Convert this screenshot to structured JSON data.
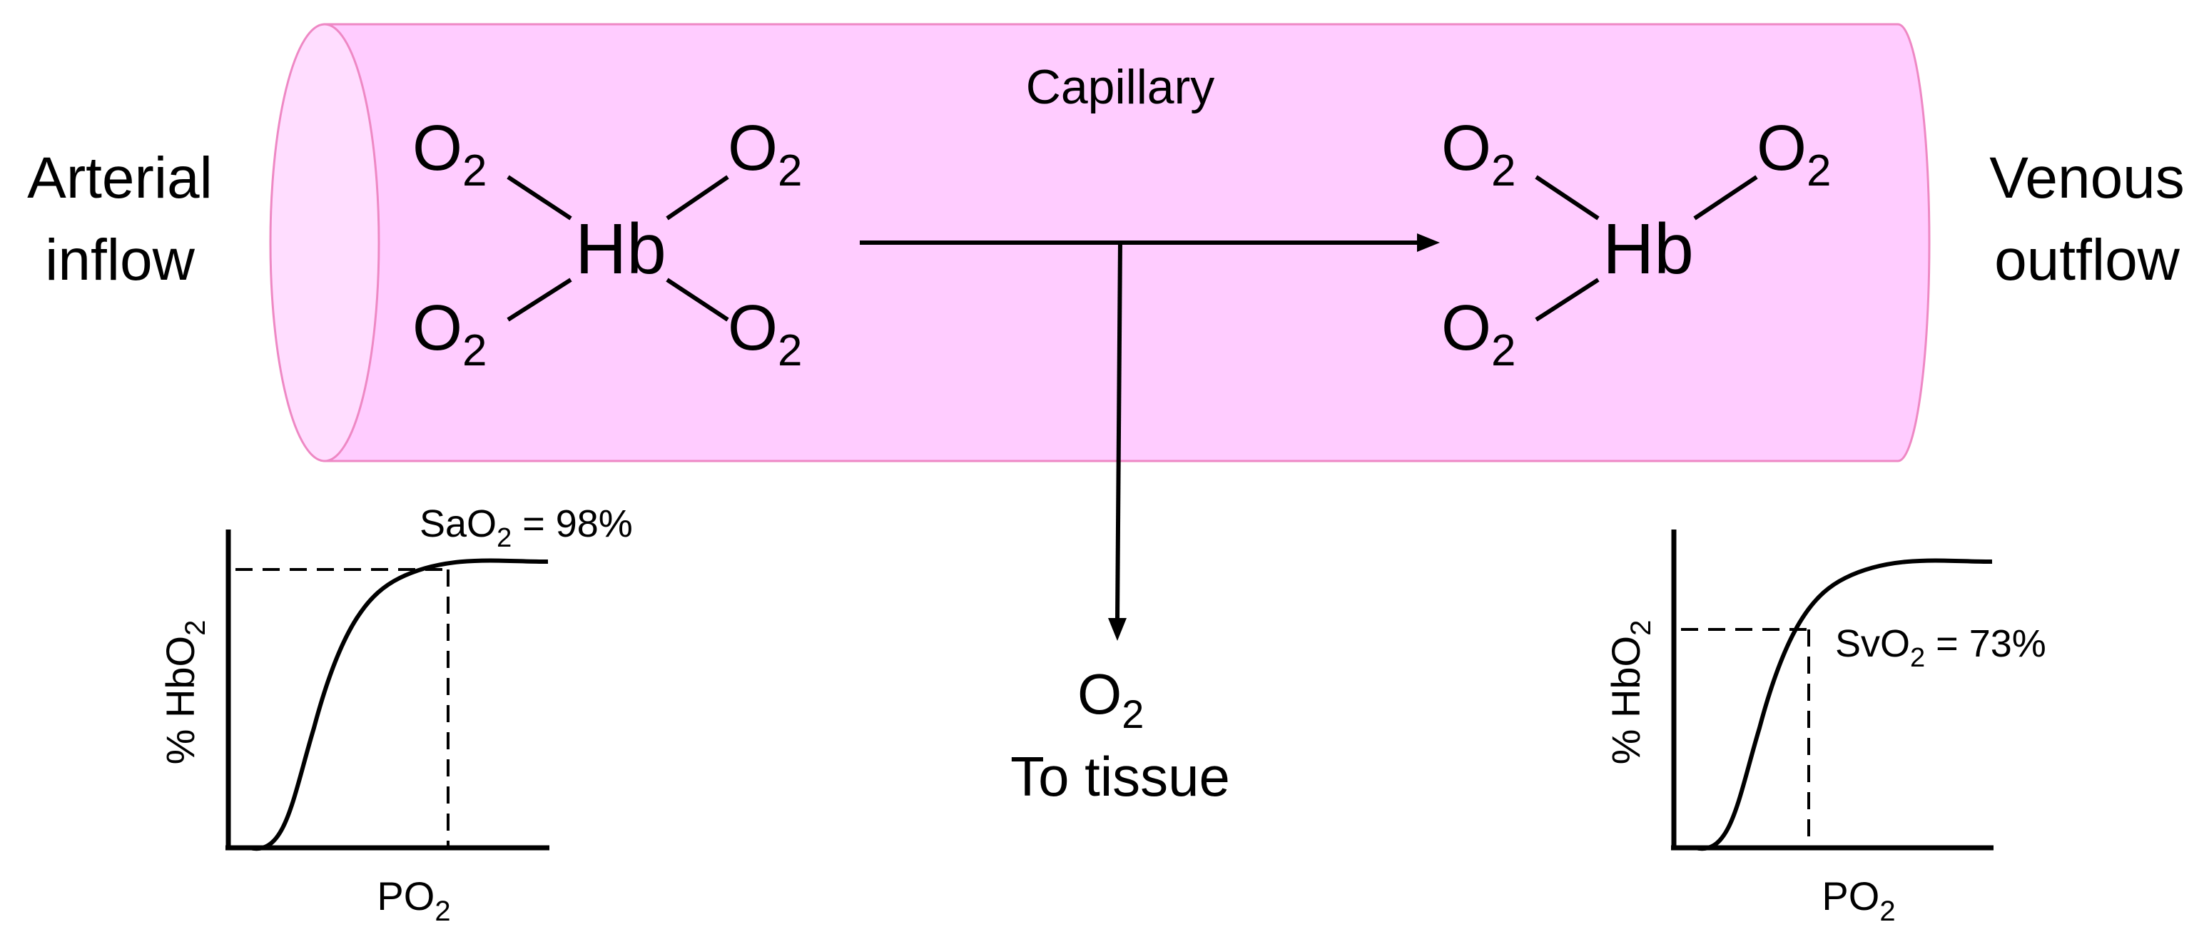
{
  "labels": {
    "capillary": "Capillary",
    "arterial_line1": "Arterial",
    "arterial_line2": "inflow",
    "venous_line1": "Venous",
    "venous_line2": "outflow",
    "to_tissue": "To tissue"
  },
  "formula": {
    "oxygen_base": "O",
    "oxygen_sub": "2",
    "hemoglobin": "Hb"
  },
  "left_graph": {
    "ylabel_prefix": "% HbO",
    "ylabel_sub": "2",
    "xlabel_prefix": "PO",
    "xlabel_sub": "2",
    "saturation_prefix": "SaO",
    "saturation_sub": "2",
    "saturation_value": " = 98%"
  },
  "right_graph": {
    "ylabel_prefix": "% HbO",
    "ylabel_sub": "2",
    "xlabel_prefix": "PO",
    "xlabel_sub": "2",
    "saturation_prefix": "SvO",
    "saturation_sub": "2",
    "saturation_value": " = 73%"
  },
  "colors": {
    "capillary_fill": "#ffccff",
    "capillary_stroke": "#ee88c4",
    "capillary_end_fill": "#ffddff",
    "ink": "#000000"
  }
}
